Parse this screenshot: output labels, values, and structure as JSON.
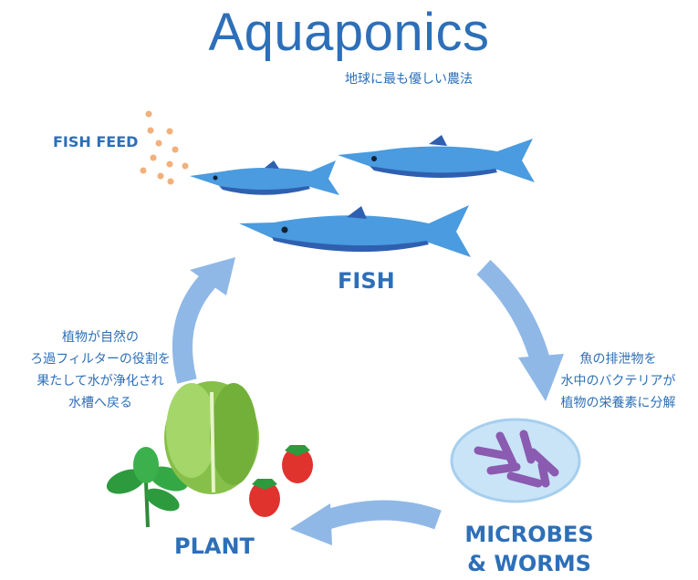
{
  "title": "Aquaponics",
  "subtitle": "地球に最も優しい農法",
  "labels": {
    "fish_feed": "FISH FEED",
    "fish": "FISH",
    "plant": "PLANT",
    "microbes_line1": "MICROBES",
    "microbes_line2": "& WORMS"
  },
  "notes": {
    "left": [
      "植物が自然の",
      "ろ過フィルターの役割を",
      "果たして水が浄化され",
      "水槽へ戻る"
    ],
    "right": [
      "魚の排泄物を",
      "水中のバクテリアが",
      "植物の栄養素に分解"
    ]
  },
  "colors": {
    "primary": "#2d6fb8",
    "arrow": "#8fb8e6",
    "fish_light": "#4a9be0",
    "fish_dark": "#2f5fb0",
    "feed": "#f2b07a",
    "lettuce": "#86c04a",
    "strawberry": "#e0332e",
    "microbes": "#8a5bb0",
    "dish": "#c9e4f7"
  }
}
